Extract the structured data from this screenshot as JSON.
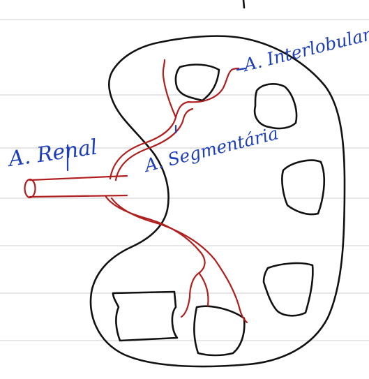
{
  "colors": {
    "artery": "#b01e1e",
    "label": "#1f3fb8",
    "outline": "#111111",
    "rule_lines": "#d6d6d6"
  },
  "labels": {
    "renal": "A. Renal",
    "segmental": "A. Segmentária",
    "interlobular": "A. Interlobular"
  }
}
